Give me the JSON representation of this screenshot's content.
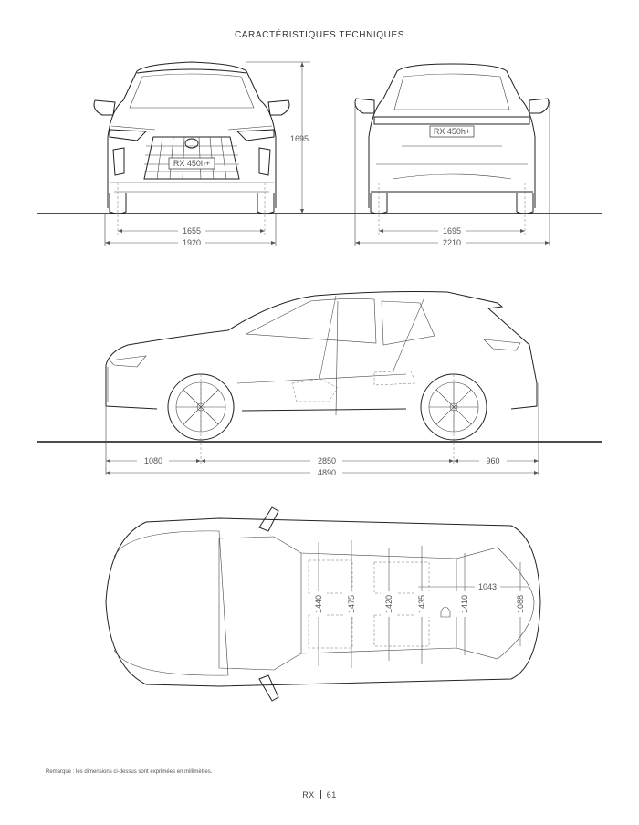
{
  "page": {
    "title": "CARACTÉRISTIQUES TECHNIQUES",
    "note": "Remarque : les dimensions ci-dessus sont exprimées en millimètres.",
    "footer": {
      "model": "RX",
      "page_number": "61"
    }
  },
  "front_view": {
    "plate": "RX 450h+",
    "dimensions": {
      "height": "1695",
      "front_track": "1655",
      "width": "1920"
    }
  },
  "rear_view": {
    "plate": "RX 450h+",
    "dimensions": {
      "rear_track": "1695",
      "width_with_mirrors": "2210"
    }
  },
  "side_view": {
    "dimensions": {
      "front_overhang": "1080",
      "wheelbase": "2850",
      "rear_overhang": "960",
      "length": "4890"
    }
  },
  "top_view": {
    "dimensions": {
      "d1": "1440",
      "d2": "1475",
      "d3": "1420",
      "d4": "1435",
      "d5": "1410",
      "d6": "1043",
      "d7": "1088"
    }
  }
}
